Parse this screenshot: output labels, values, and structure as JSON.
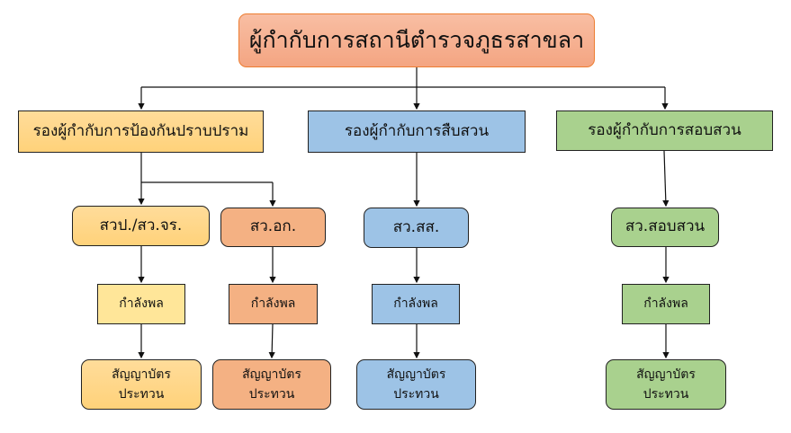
{
  "chief": "ผู้กำกับการสถานีตำรวจภูธรสาขลา",
  "deputies": [
    {
      "title": "รองผู้กำกับการป้องกันปราบปราม"
    },
    {
      "title": "รองผู้กำกับการสืบสวน"
    },
    {
      "title": "รองผู้กำกับการสอบสวน"
    }
  ],
  "units": [
    {
      "name": "สวป./สว.จร.",
      "staff": "กำลังพล",
      "warrant_line1": "สัญญาบัตร",
      "warrant_line2": "ประทวน"
    },
    {
      "name": "สว.อก.",
      "staff": "กำลังพล",
      "warrant_line1": "สัญญาบัตร",
      "warrant_line2": "ประทวน"
    },
    {
      "name": "สว.สส.",
      "staff": "กำลังพล",
      "warrant_line1": "สัญญาบัตร",
      "warrant_line2": "ประทวน"
    },
    {
      "name": "สว.สอบสวน",
      "staff": "กำลังพล",
      "warrant_line1": "สัญญาบัตร",
      "warrant_line2": "ประทวน"
    }
  ]
}
